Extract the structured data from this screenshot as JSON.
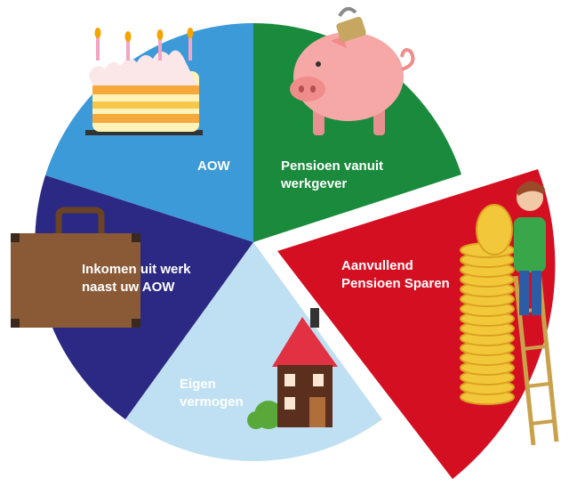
{
  "diagram": {
    "segments": [
      {
        "id": "aow",
        "lines": [
          "AOW"
        ],
        "color": "#3d9ad8"
      },
      {
        "id": "werkgever",
        "lines": [
          "Pensioen vanuit",
          "werkgever"
        ],
        "color": "#1a8a3c"
      },
      {
        "id": "aanvullend",
        "lines": [
          "Aanvullend",
          "Pensioen Sparen"
        ],
        "color": "#d50f22"
      },
      {
        "id": "vermogen",
        "lines": [
          "Eigen",
          "vermogen"
        ],
        "color": "#bfe0f2"
      },
      {
        "id": "inkomen",
        "lines": [
          "Inkomen uit werk",
          "naast uw AOW"
        ],
        "color": "#2b2983"
      }
    ],
    "illustrations": [
      "birthday-cake",
      "piggy-bank",
      "man-stacking-coins",
      "house",
      "briefcase"
    ]
  }
}
